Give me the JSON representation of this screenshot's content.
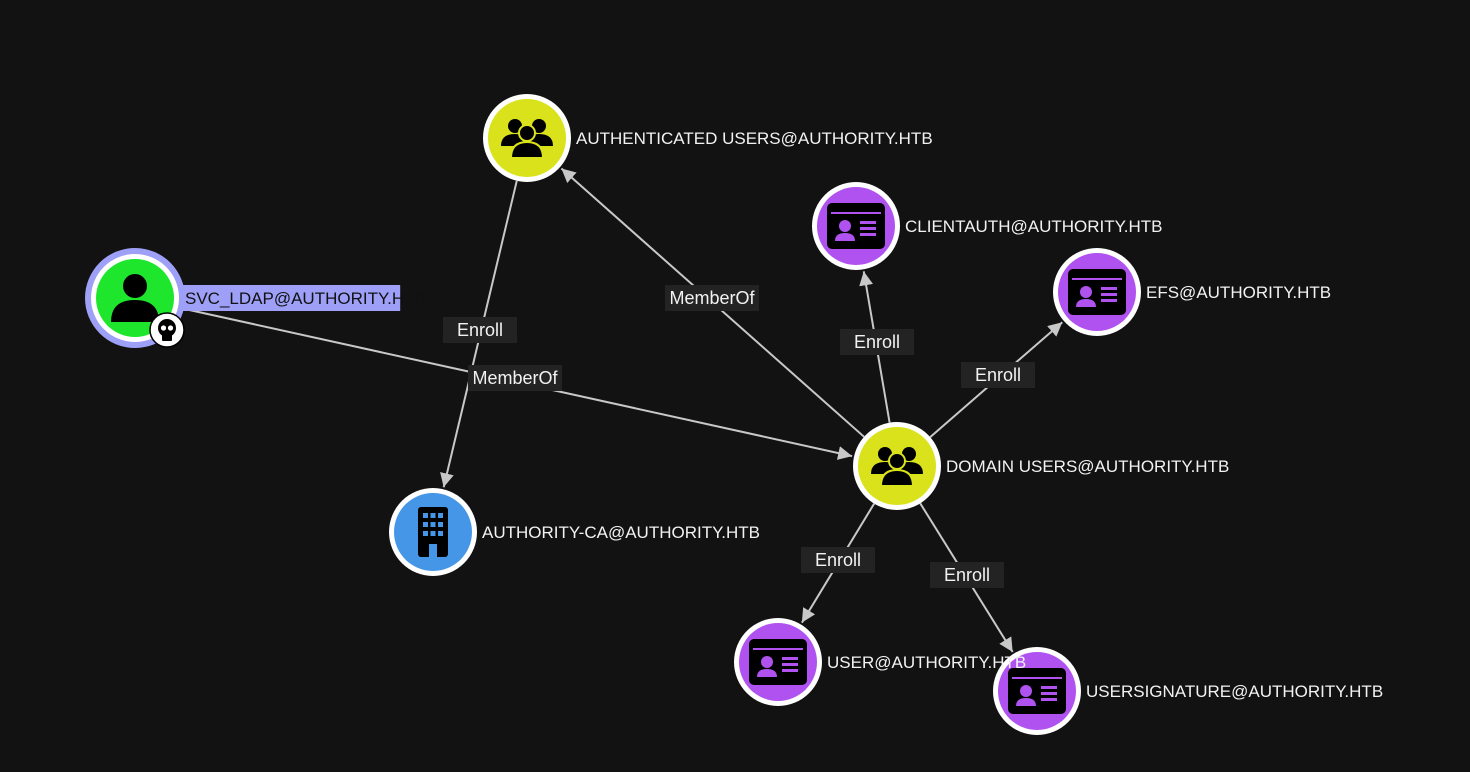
{
  "graph": {
    "nodes": [
      {
        "id": "auth_users",
        "label": "AUTHENTICATED USERS@AUTHORITY.HTB",
        "type": "group",
        "color": "#d9e21a"
      },
      {
        "id": "svc_ldap",
        "label": "SVC_LDAP@AUTHORITY.HTB",
        "type": "user",
        "color": "#1ee62c",
        "highlight": "#9ea0f8",
        "owned": true
      },
      {
        "id": "clientauth",
        "label": "CLIENTAUTH@AUTHORITY.HTB",
        "type": "certtemplate",
        "color": "#b052f0"
      },
      {
        "id": "efs",
        "label": "EFS@AUTHORITY.HTB",
        "type": "certtemplate",
        "color": "#b052f0"
      },
      {
        "id": "domain_users",
        "label": "DOMAIN USERS@AUTHORITY.HTB",
        "type": "group",
        "color": "#d9e21a"
      },
      {
        "id": "authority_ca",
        "label": "AUTHORITY-CA@AUTHORITY.HTB",
        "type": "enterpriseca",
        "color": "#4696e8"
      },
      {
        "id": "user",
        "label": "USER@AUTHORITY.HTB",
        "type": "certtemplate",
        "color": "#b052f0"
      },
      {
        "id": "usersignature",
        "label": "USERSIGNATURE@AUTHORITY.HTB",
        "type": "certtemplate",
        "color": "#b052f0"
      }
    ],
    "edges": [
      {
        "from": "svc_ldap",
        "to": "domain_users",
        "label": "MemberOf"
      },
      {
        "from": "domain_users",
        "to": "auth_users",
        "label": "MemberOf"
      },
      {
        "from": "auth_users",
        "to": "authority_ca",
        "label": "Enroll"
      },
      {
        "from": "domain_users",
        "to": "clientauth",
        "label": "Enroll"
      },
      {
        "from": "domain_users",
        "to": "efs",
        "label": "Enroll"
      },
      {
        "from": "domain_users",
        "to": "user",
        "label": "Enroll"
      },
      {
        "from": "domain_users",
        "to": "usersignature",
        "label": "Enroll"
      }
    ]
  }
}
